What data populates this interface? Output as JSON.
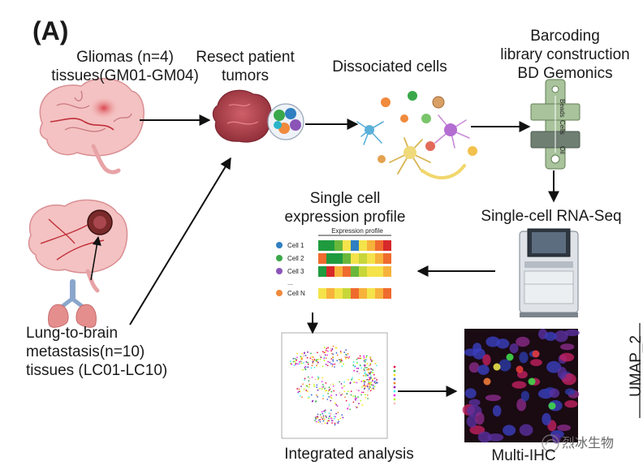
{
  "panel_label": "(A)",
  "source_gliomas": {
    "line1": "Gliomas (n=4)",
    "line2": "tissues(GM01-GM04)"
  },
  "source_metastasis": {
    "line1": "Lung-to-brain",
    "line2": "metastasis(n=10)",
    "line3": "tissues (LC01-LC10)"
  },
  "step_resect": {
    "line1": "Resect patient",
    "line2": "tumors"
  },
  "step_dissociate": {
    "line1": "Dissociated cells"
  },
  "step_barcoding": {
    "line1": "Barcoding",
    "line2": "library construction",
    "line3": "BD Gemonics"
  },
  "step_sequencing": {
    "line1": "Single-cell RNA-Seq"
  },
  "step_profile": {
    "line1": "Single cell",
    "line2": "expression profile",
    "table_header": "Expression profile",
    "rows": [
      "Cell 1",
      "Cell 2",
      "Cell 3",
      "...",
      "Cell N"
    ],
    "row_dot_colors": [
      "#2f7fc1",
      "#3aa84a",
      "#8b55b8",
      "",
      "#f08a3c"
    ]
  },
  "step_integrated": {
    "line1": "Integrated analysis"
  },
  "step_ihc": {
    "line1": "Multi-IHC"
  },
  "cartridge_labels": [
    "Beads",
    "Cells",
    "Oil"
  ],
  "side_axis_label": "UMAP_2",
  "watermark": "烈冰生物",
  "colors": {
    "arrow": "#111111",
    "brain": "#f2b8b8",
    "tumor": "#b9454f",
    "lung": "#e58e8e",
    "trachea": "#8aa6cc"
  }
}
